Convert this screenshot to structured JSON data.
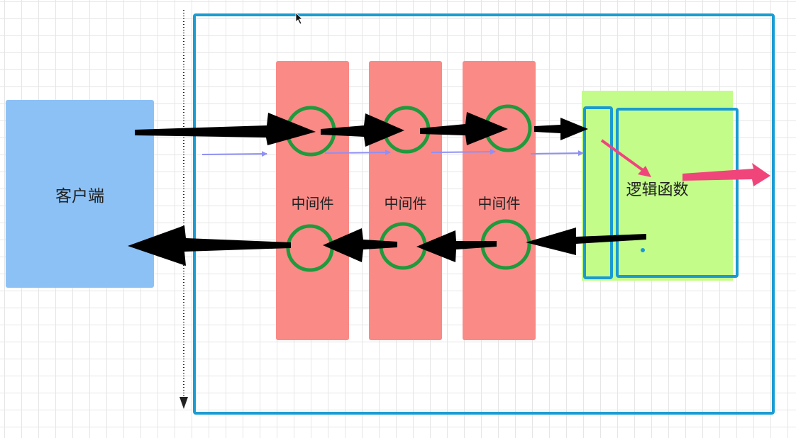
{
  "client": {
    "label": "客户端"
  },
  "middlewares": [
    {
      "label": "中间件"
    },
    {
      "label": "中间件"
    },
    {
      "label": "中间件"
    }
  ],
  "logic": {
    "label": "逻辑函数"
  },
  "colors": {
    "client": "#8cc1f6",
    "middleware": "#fa8a86",
    "logic": "#c3fc89",
    "frame": "#1b9cd3",
    "ring": "#1f9a3c",
    "arrow": "#000000",
    "flow": "#8f8ff5",
    "output_arrow": "#f0457b"
  }
}
